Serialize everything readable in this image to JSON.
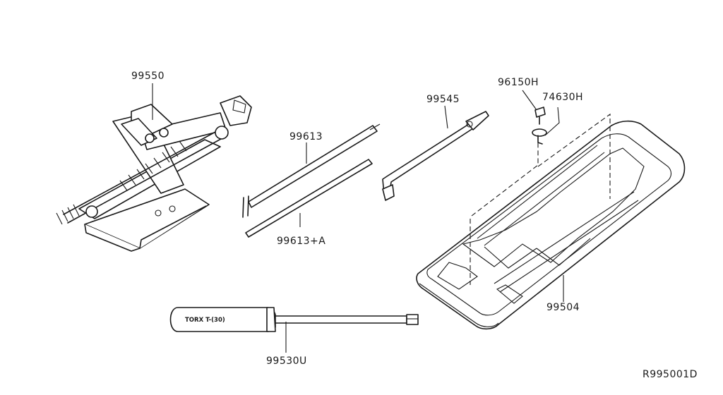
{
  "parts": {
    "jack": "99550",
    "jack_rod_upper": "99613",
    "jack_rod_lower": "99613+A",
    "wheel_wrench": "99545",
    "bolt": "96150H",
    "washer": "74630H",
    "tool_tray": "99504",
    "screwdriver": "99530U"
  },
  "screwdriver_handle_text": "TORX  T-(30)",
  "diagram_code": "R995001D",
  "colors": {
    "line": "#1a1a1a",
    "background": "#ffffff"
  }
}
